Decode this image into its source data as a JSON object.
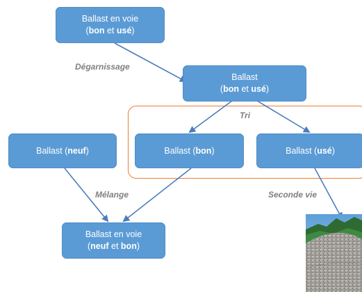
{
  "nodes": {
    "ballast_en_voie_initial": {
      "line1": "Ballast en voie",
      "open": "(",
      "a": "bon",
      "mid": " et ",
      "b": "usé",
      "close": ")"
    },
    "ballast_mixte": {
      "line1": "Ballast",
      "open": "(",
      "a": "bon",
      "mid": " et ",
      "b": "usé",
      "close": ")"
    },
    "ballast_neuf": {
      "prefix": "Ballast (",
      "bold": "neuf",
      "suffix": ")"
    },
    "ballast_bon": {
      "prefix": "Ballast (",
      "bold": "bon",
      "suffix": ")"
    },
    "ballast_use": {
      "prefix": "Ballast (",
      "bold": "usé",
      "suffix": ")"
    },
    "ballast_en_voie_final": {
      "line1": "Ballast en voie",
      "open": "(",
      "a": "neuf",
      "mid": " et ",
      "b": "bon",
      "close": ")"
    }
  },
  "labels": {
    "degarnissage": "Dégarnissage",
    "tri": "Tri",
    "melange": "Mélange",
    "seconde_vie": "Seconde vie"
  },
  "colors": {
    "box_fill": "#5b9bd5",
    "arrow": "#4a7ebb",
    "tri_frame": "#ed7d31",
    "label_text": "#7f7f7f"
  }
}
